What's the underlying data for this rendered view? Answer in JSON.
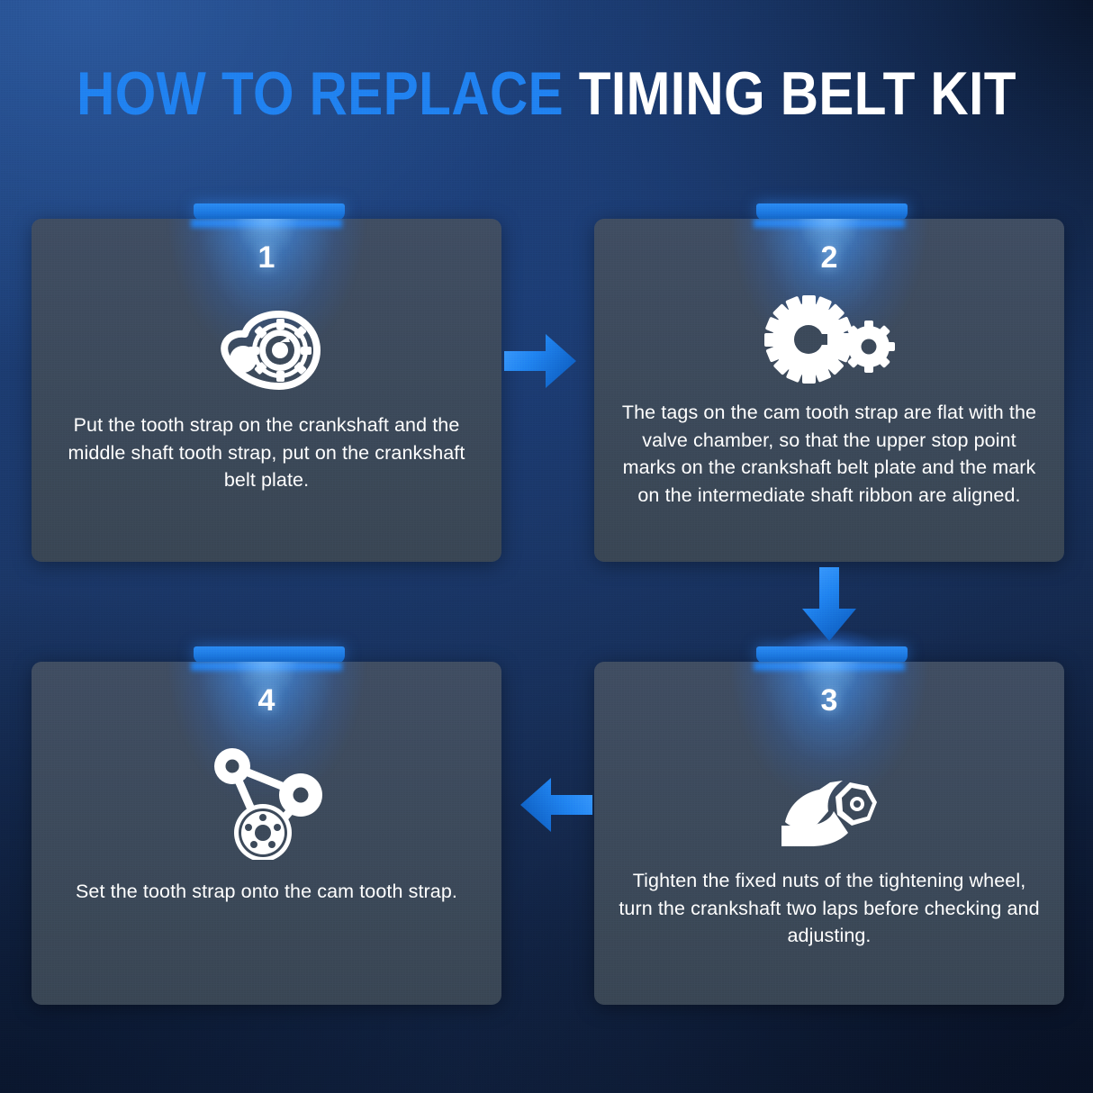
{
  "title": {
    "accent_text": "HOW TO REPLACE",
    "plain_text": "TIMING BELT KIT",
    "accent_color": "#1f7ef0",
    "plain_color": "#ffffff"
  },
  "theme": {
    "background_top_left": "#1d4077",
    "background_bottom_right": "#0d1a33",
    "card_fill": "#3a4757",
    "accent_blue": "#1f7ef0",
    "tab_blue": "#2a89f4",
    "text_color": "#ffffff"
  },
  "steps": [
    {
      "number": "1",
      "icon": "belt-pulley-gear-icon",
      "text": "Put the tooth strap on the crankshaft and the middle shaft tooth strap, put on the crankshaft belt plate."
    },
    {
      "number": "2",
      "icon": "two-gears-icon",
      "text": "The tags on the cam tooth strap are flat with the valve chamber, so that the upper stop point marks on the crankshaft belt plate and the mark on the intermediate shaft ribbon are aligned."
    },
    {
      "number": "3",
      "icon": "wrench-nut-icon",
      "text": "Tighten the fixed nuts of the tightening wheel, turn the crankshaft two laps before checking and adjusting."
    },
    {
      "number": "4",
      "icon": "serpentine-belt-pulleys-icon",
      "text": "Set the tooth strap onto the cam tooth strap."
    }
  ],
  "arrows": [
    {
      "name": "arrow-step1-to-step2",
      "direction": "right"
    },
    {
      "name": "arrow-step2-to-step3",
      "direction": "down"
    },
    {
      "name": "arrow-step3-to-step4",
      "direction": "left"
    }
  ]
}
